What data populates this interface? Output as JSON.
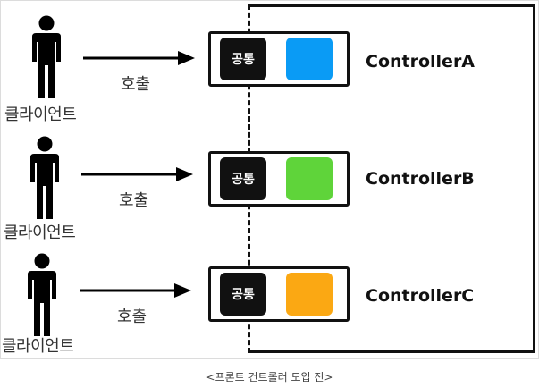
{
  "rows": [
    {
      "client_label": "클라이언트",
      "call_label": "호출",
      "common_label": "공통",
      "controller_label": "ControllerA",
      "color": "#0a9bf5"
    },
    {
      "client_label": "클라이언트",
      "call_label": "호출",
      "common_label": "공통",
      "controller_label": "ControllerB",
      "color": "#5fd43a"
    },
    {
      "client_label": "클라이언트",
      "call_label": "호출",
      "common_label": "공통",
      "controller_label": "ControllerC",
      "color": "#fba813"
    }
  ],
  "caption": "<프론트 컨트롤러 도입 전>",
  "icons": {
    "client": "person-icon",
    "arrow": "arrow-right-icon"
  }
}
